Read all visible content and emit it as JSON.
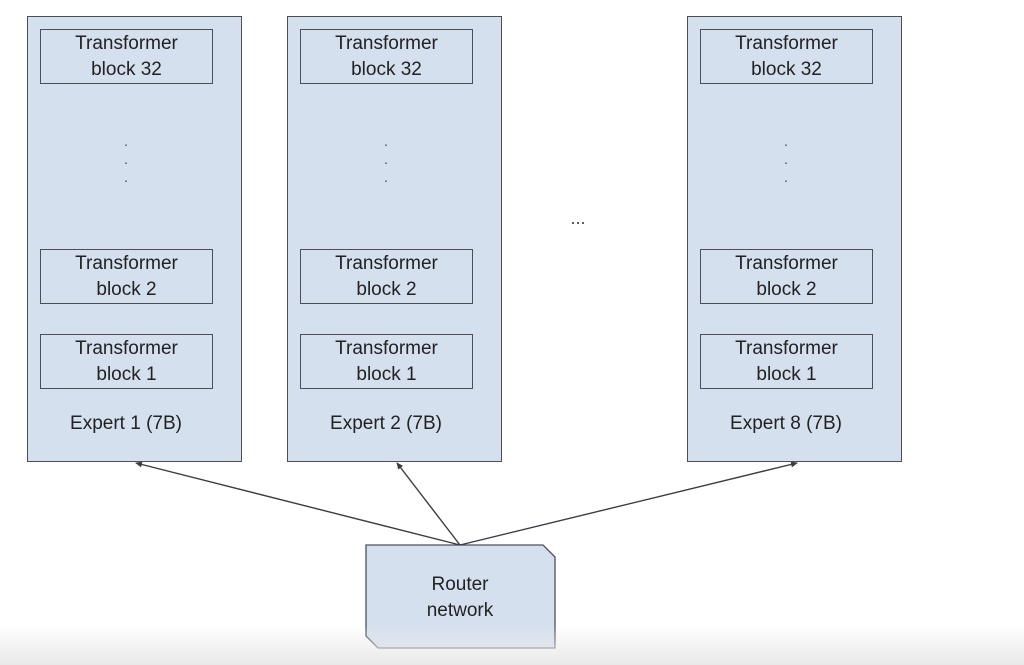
{
  "experts": [
    {
      "label": "Expert 1 (7B)",
      "blocks": {
        "top": [
          "Transformer",
          "block 32"
        ],
        "mid": [
          "Transformer",
          "block 2"
        ],
        "bottom": [
          "Transformer",
          "block 1"
        ]
      }
    },
    {
      "label": "Expert 2 (7B)",
      "blocks": {
        "top": [
          "Transformer",
          "block 32"
        ],
        "mid": [
          "Transformer",
          "block 2"
        ],
        "bottom": [
          "Transformer",
          "block 1"
        ]
      }
    },
    {
      "label": "Expert 8 (7B)",
      "blocks": {
        "top": [
          "Transformer",
          "block 32"
        ],
        "mid": [
          "Transformer",
          "block 2"
        ],
        "bottom": [
          "Transformer",
          "block 1"
        ]
      }
    }
  ],
  "between_experts": "...",
  "router": {
    "line1": "Router",
    "line2": "network"
  },
  "colors": {
    "box_fill": "#d5e0ee",
    "stroke": "#4d4f55"
  }
}
